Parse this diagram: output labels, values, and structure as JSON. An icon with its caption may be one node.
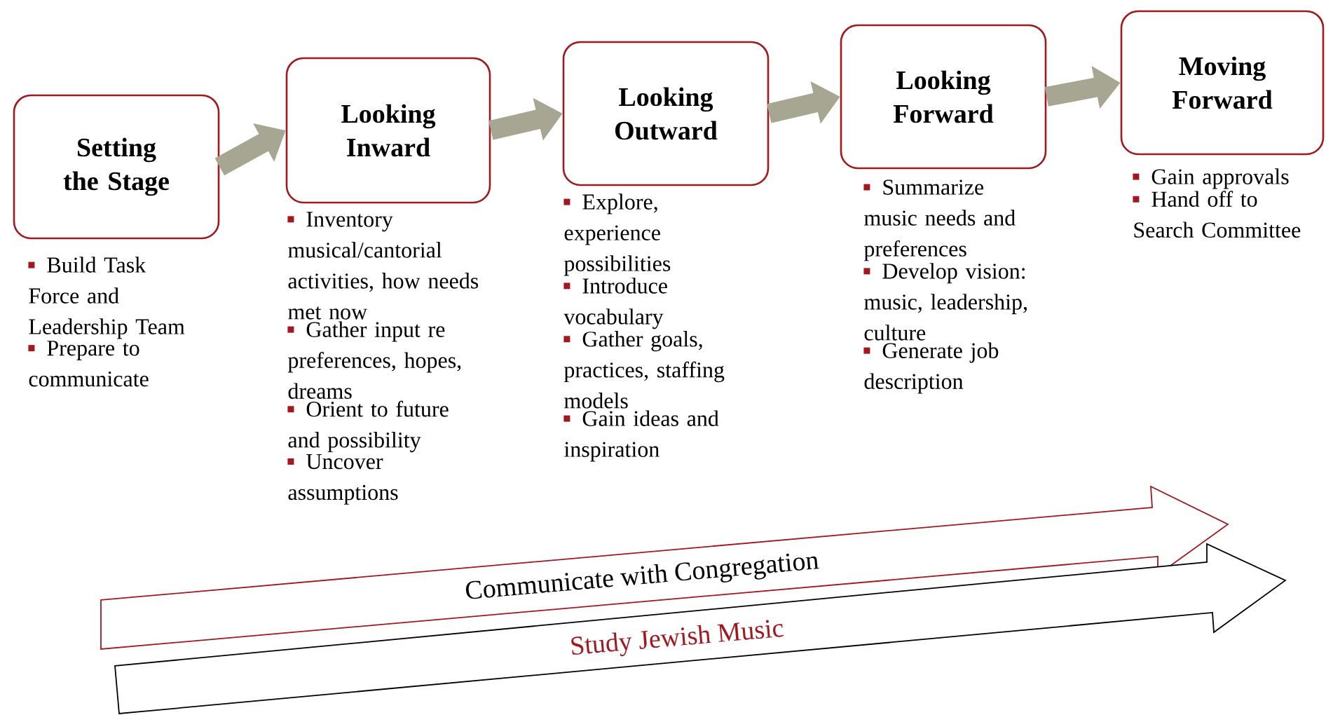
{
  "diagram": {
    "nodes": [
      {
        "text": [
          "Setting the Stage"
        ],
        "beside": [
          "Build Task Force and Leadership Team",
          "Prepare  to communicate"
        ]
      },
      {
        "text": [
          "Looking Inward"
        ],
        "beside": [
          "Inventory musical/cantorial activities, how needs met now",
          "Gather input re preferences, hopes, dreams",
          "Orient to future and possibility",
          "Uncover assumptions"
        ]
      },
      {
        "text": [
          "Looking Outward"
        ],
        "beside": [
          "Explore, experience possibilities",
          "Introduce vocabulary",
          "Gather goals, practices, staffing models",
          "Gain ideas and inspiration"
        ]
      },
      {
        "text": [
          "Looking Forward"
        ],
        "beside": [
          "Summarize music needs and preferences",
          "Develop vision: music, leadership, culture",
          "Generate job description"
        ]
      },
      {
        "text": [
          "Moving Forward"
        ],
        "beside": [
          "Gain approvals",
          "Hand off to Search Committee"
        ]
      },
      {
        "text": [
          "Communicate with Congregation"
        ]
      },
      {
        "text": [
          "Study Jewish Music"
        ]
      }
    ],
    "edges": [
      {
        "from": 0,
        "to": 1,
        "arrow": "to"
      },
      {
        "from": 1,
        "to": 2,
        "arrow": "to"
      },
      {
        "from": 2,
        "to": 3,
        "arrow": "to"
      },
      {
        "from": 3,
        "to": 4,
        "arrow": "to"
      }
    ]
  }
}
